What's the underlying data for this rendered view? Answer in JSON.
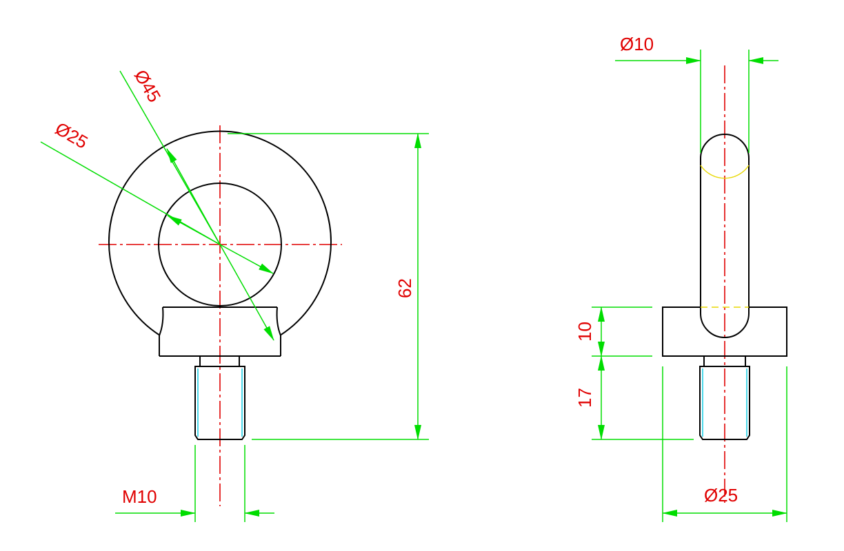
{
  "colors": {
    "outline": "#000000",
    "centerline": "#e00000",
    "dimension": "#00dd00",
    "dim_text": "#e00000",
    "thread": "#00c8e0",
    "hidden": "#e8d800"
  },
  "front_view": {
    "outer_diameter_label": "Ø45",
    "inner_diameter_label": "Ø25",
    "height_label": "62",
    "thread_label": "M10"
  },
  "side_view": {
    "rod_diameter_label": "Ø10",
    "collar_height_label": "10",
    "thread_length_label": "17",
    "collar_diameter_label": "Ø25"
  }
}
